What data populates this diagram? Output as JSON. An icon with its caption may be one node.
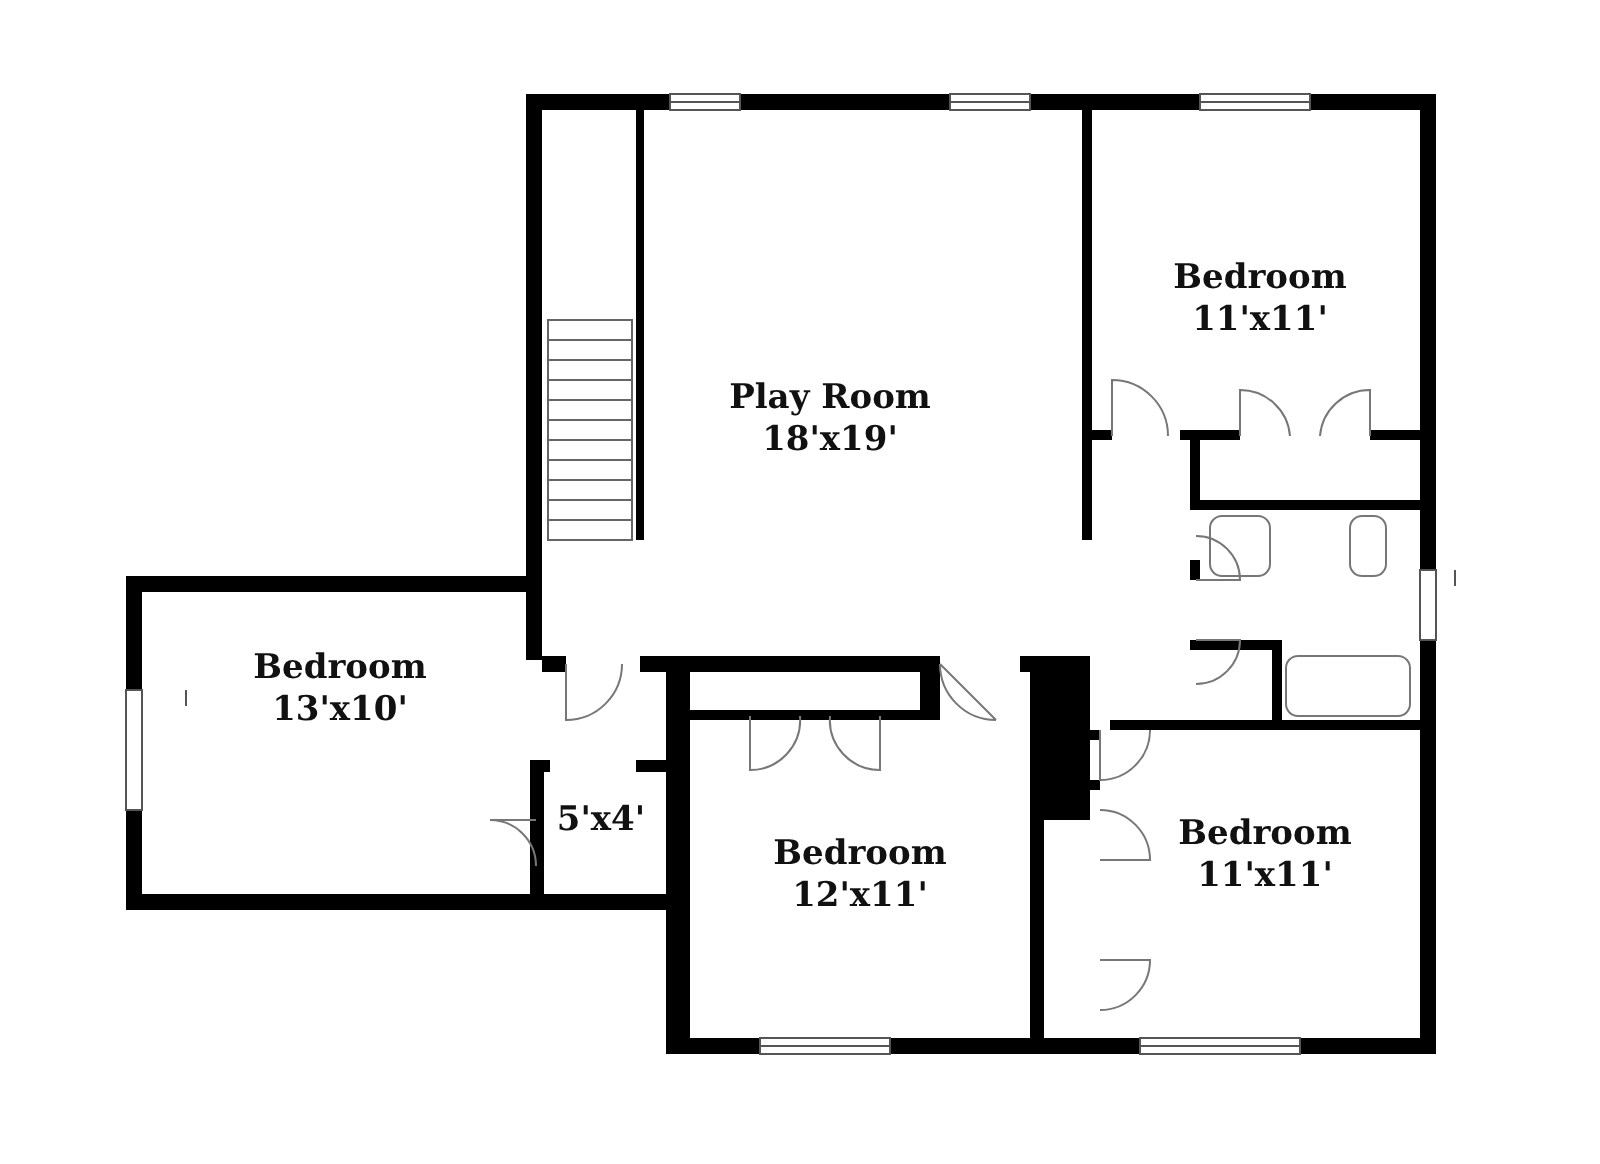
{
  "diagram": {
    "nodes": [
      {
        "text": [
          "Play Room",
          "18'x19'"
        ]
      },
      {
        "text": [
          "Bedroom",
          "11'x11'"
        ]
      },
      {
        "text": [
          "Bedroom",
          "13'x10'"
        ]
      },
      {
        "text": [
          "5'x4'"
        ]
      },
      {
        "text": [
          "Bedroom",
          "12'x11'"
        ]
      },
      {
        "text": [
          "Bedroom",
          "11'x11'"
        ]
      }
    ]
  }
}
